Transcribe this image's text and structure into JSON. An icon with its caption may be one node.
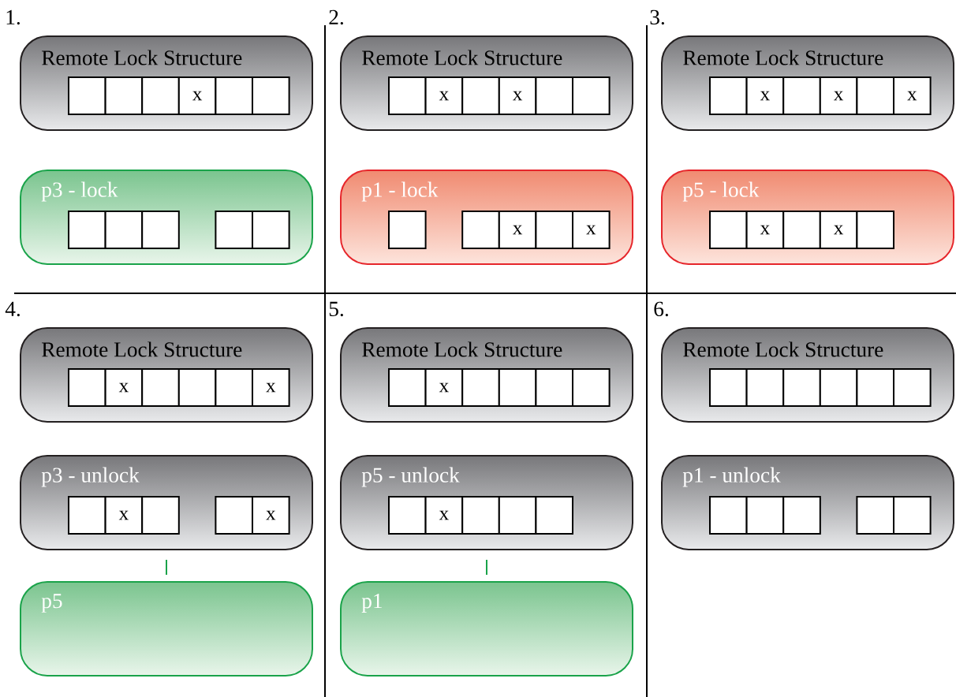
{
  "diagram": {
    "nodes": [
      {
        "text": [
          "Remote Lock Structure"
        ]
      },
      {
        "text": [],
        "shape": "box",
        "in": 0
      },
      {
        "text": [],
        "shape": "box",
        "in": 0
      },
      {
        "text": [],
        "shape": "box",
        "in": 0
      },
      {
        "text": [
          "x"
        ],
        "in": 0
      },
      {
        "text": [],
        "shape": "box",
        "in": 0
      },
      {
        "text": [],
        "shape": "box",
        "in": 0
      },
      {
        "text": [
          "p3 - lock"
        ]
      },
      {
        "text": [],
        "shape": "box",
        "in": 7
      },
      {
        "text": [],
        "shape": "box",
        "in": 7
      },
      {
        "text": [],
        "shape": "box",
        "in": 7
      },
      {
        "text": [],
        "shape": "box",
        "in": 7
      },
      {
        "text": [],
        "shape": "box",
        "in": 7
      },
      {
        "text": [
          "Remote Lock Structure"
        ]
      },
      {
        "text": [],
        "shape": "box",
        "in": 13
      },
      {
        "text": [
          "x"
        ],
        "in": 13
      },
      {
        "text": [],
        "shape": "box",
        "in": 13
      },
      {
        "text": [
          "x"
        ],
        "in": 13
      },
      {
        "text": [],
        "shape": "box",
        "in": 13
      },
      {
        "text": [],
        "shape": "box",
        "in": 13
      },
      {
        "text": [
          "p1 - lock"
        ]
      },
      {
        "text": [],
        "shape": "box",
        "in": 20
      },
      {
        "text": [],
        "shape": "box",
        "in": 20
      },
      {
        "text": [
          "x"
        ],
        "in": 20
      },
      {
        "text": [],
        "shape": "box",
        "in": 20
      },
      {
        "text": [
          "x"
        ],
        "in": 20
      },
      {
        "text": [
          "Remote Lock Structure"
        ]
      },
      {
        "text": [],
        "shape": "box",
        "in": 26
      },
      {
        "text": [
          "x"
        ],
        "in": 26
      },
      {
        "text": [],
        "shape": "box",
        "in": 26
      },
      {
        "text": [
          "x"
        ],
        "in": 26
      },
      {
        "text": [],
        "shape": "box",
        "in": 26
      },
      {
        "text": [
          "x"
        ],
        "in": 26
      },
      {
        "text": [
          "p5 - lock"
        ]
      },
      {
        "text": [],
        "shape": "box",
        "in": 33
      },
      {
        "text": [
          "x"
        ],
        "in": 33
      },
      {
        "text": [],
        "shape": "box",
        "in": 33
      },
      {
        "text": [
          "x"
        ],
        "in": 33
      },
      {
        "text": [],
        "shape": "box",
        "in": 33
      },
      {
        "text": [
          "Remote Lock Structure"
        ]
      },
      {
        "text": [],
        "shape": "box",
        "in": 39
      },
      {
        "text": [
          "x"
        ],
        "in": 39
      },
      {
        "text": [],
        "shape": "box",
        "in": 39
      },
      {
        "text": [],
        "shape": "box",
        "in": 39
      },
      {
        "text": [],
        "shape": "box",
        "in": 39
      },
      {
        "text": [
          "x"
        ],
        "in": 39
      },
      {
        "text": [
          "p3 - unlock"
        ]
      },
      {
        "text": [],
        "shape": "box",
        "in": 46
      },
      {
        "text": [
          "x"
        ],
        "in": 46
      },
      {
        "text": [],
        "shape": "box",
        "in": 46
      },
      {
        "text": [],
        "shape": "box",
        "in": 46
      },
      {
        "text": [
          "x"
        ],
        "in": 46
      },
      {
        "text": [
          "p5"
        ]
      },
      {
        "text": [
          "Remote Lock Structure"
        ]
      },
      {
        "text": [],
        "shape": "box",
        "in": 53
      },
      {
        "text": [
          "x"
        ],
        "in": 53
      },
      {
        "text": [],
        "shape": "box",
        "in": 53
      },
      {
        "text": [],
        "shape": "box",
        "in": 53
      },
      {
        "text": [],
        "shape": "box",
        "in": 53
      },
      {
        "text": [],
        "shape": "box",
        "in": 53
      },
      {
        "text": [
          "p5 - unlock"
        ]
      },
      {
        "text": [],
        "shape": "box",
        "in": 60
      },
      {
        "text": [
          "x"
        ],
        "in": 60
      },
      {
        "text": [],
        "shape": "box",
        "in": 60
      },
      {
        "text": [],
        "shape": "box",
        "in": 60
      },
      {
        "text": [],
        "shape": "box",
        "in": 60
      },
      {
        "text": [
          "p1"
        ]
      },
      {
        "text": [
          "Remote Lock Structure"
        ]
      },
      {
        "text": [],
        "shape": "box",
        "in": 67
      },
      {
        "text": [],
        "shape": "box",
        "in": 67
      },
      {
        "text": [],
        "shape": "box",
        "in": 67
      },
      {
        "text": [],
        "shape": "box",
        "in": 67
      },
      {
        "text": [],
        "shape": "box",
        "in": 67
      },
      {
        "text": [],
        "shape": "box",
        "in": 67
      },
      {
        "text": [
          "p1 - unlock"
        ]
      },
      {
        "text": [],
        "shape": "box",
        "in": 74
      },
      {
        "text": [],
        "shape": "box",
        "in": 74
      },
      {
        "text": [],
        "shape": "box",
        "in": 74
      },
      {
        "text": [],
        "shape": "box",
        "in": 74
      },
      {
        "text": [],
        "shape": "box",
        "in": 74
      }
    ],
    "edges": [
      {
        "from": 46,
        "to": 52,
        "arrow": "none",
        "color": "#1aa34a"
      },
      {
        "from": 60,
        "to": 66,
        "arrow": "none",
        "color": "#1aa34a"
      }
    ],
    "labels": [
      "1.",
      "2.",
      "3.",
      "4.",
      "5.",
      "6."
    ]
  }
}
